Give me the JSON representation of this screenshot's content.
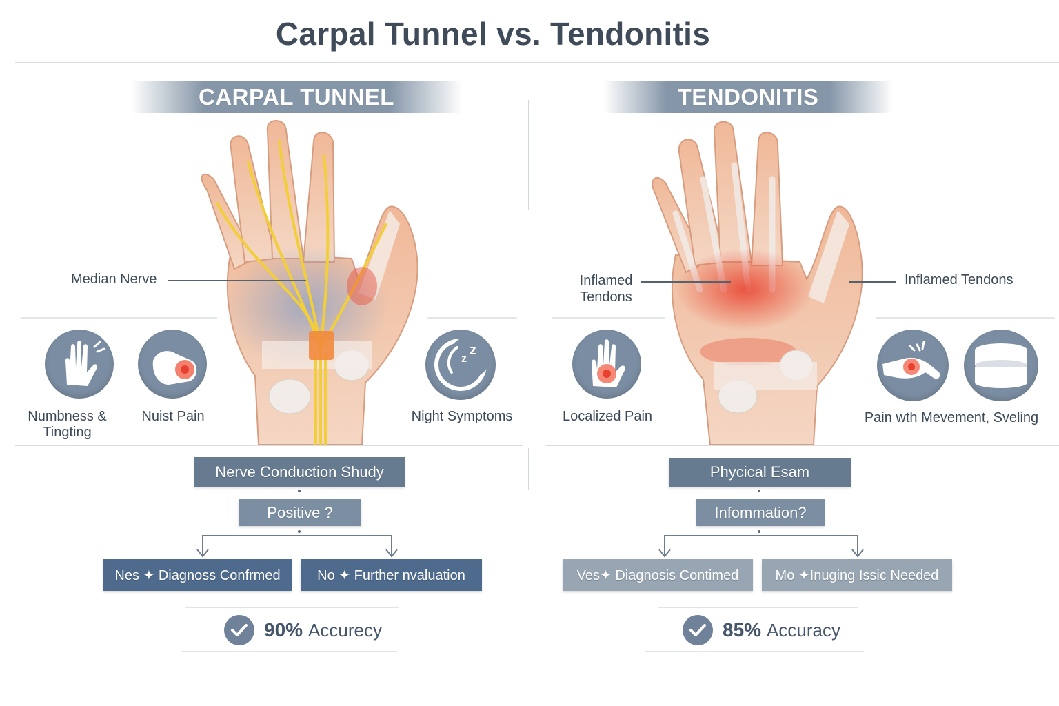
{
  "title": "Carpal Tunnel vs. Tendonitis",
  "carpal": {
    "header": "CARPAL TUNNEL",
    "anatomy_label": "Median Nerve",
    "symptoms": [
      {
        "icon": "hand-icon",
        "label_line1": "Numbness &",
        "label_line2": "Tingting"
      },
      {
        "icon": "wrist-pain-icon",
        "label_line1": "Nuist Pain",
        "label_line2": ""
      },
      {
        "icon": "moon-sleep-icon",
        "label_line1": "Night Symptoms",
        "label_line2": ""
      }
    ],
    "test": "Nerve Conduction Shudy",
    "question": "Positive ?",
    "yes_outcome": "Nes ✦ Diagnoss Confrmed",
    "no_outcome": "No ✦ Further nvaluation",
    "accuracy_value": "90%",
    "accuracy_label": "Accurecy"
  },
  "tendon": {
    "header": "TENDONITIS",
    "anatomy_label_left_line1": "Inflamed",
    "anatomy_label_left_line2": "Tendons",
    "anatomy_label_right": "Inflamed Tendons",
    "symptoms": [
      {
        "icon": "localized-pain-hand-icon",
        "label": "Localized Pain"
      },
      {
        "icon": "movement-pain-icon",
        "label": ""
      },
      {
        "icon": "swelling-icon",
        "label": ""
      }
    ],
    "symptom_label_combined": "Pain wth Mevement, Sveling",
    "test": "Phycical Esam",
    "question": "Infommation?",
    "yes_outcome": "Ves✦ Diagnosis Contimed",
    "no_outcome": "Mo ✦Inuging Issic Needed",
    "accuracy_value": "85%",
    "accuracy_label": "Accuracy"
  },
  "colors": {
    "header_band": "#8596a8",
    "box_dark": "#667a90",
    "box_blue": "#4e6b8e",
    "box_grey": "#98a6b4",
    "nerve": "#f2cf3a",
    "inflammation": "#e8503a",
    "skin": "#f1c3a5"
  }
}
